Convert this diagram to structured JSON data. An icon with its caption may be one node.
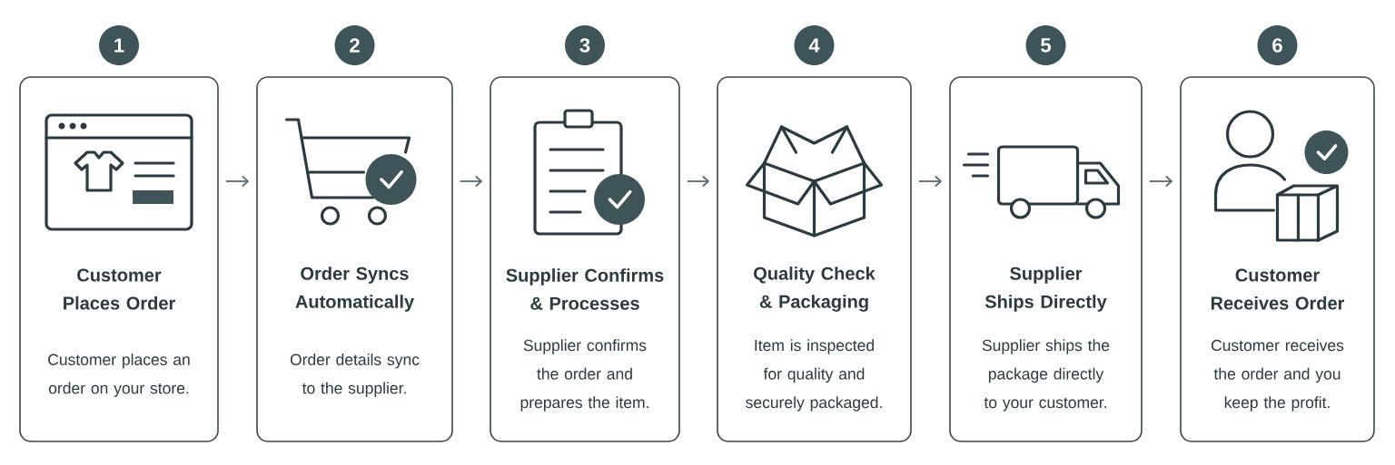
{
  "diagram": {
    "nodes": [
      {
        "text": [
          "1"
        ]
      },
      {
        "text": [
          "2"
        ]
      },
      {
        "text": [
          "3"
        ]
      },
      {
        "text": [
          "4"
        ]
      },
      {
        "text": [
          "5"
        ]
      },
      {
        "text": [
          "6"
        ]
      },
      {
        "text": [
          "Customer Places Order",
          "Customer places an order on your store."
        ]
      },
      {
        "text": [
          "Order Syncs Automatically",
          "Order details sync to the supplier."
        ]
      },
      {
        "text": [
          "Supplier Confirms & Processes",
          "Supplier confirms the order and prepares the item."
        ]
      },
      {
        "text": [
          "Quality Check & Packaging",
          "Item is inspected for quality and securely packaged."
        ]
      },
      {
        "text": [
          "Supplier Ships Directly",
          "Supplier ships the package directly to your customer."
        ]
      },
      {
        "text": [
          "Customer Receives Order",
          "Customer receives the order and you keep the profit."
        ]
      }
    ],
    "edges": [
      {
        "from": 6,
        "to": 7,
        "arrow": "to"
      },
      {
        "from": 7,
        "to": 8,
        "arrow": "to"
      },
      {
        "from": 8,
        "to": 9,
        "arrow": "to"
      },
      {
        "from": 9,
        "to": 10,
        "arrow": "to"
      },
      {
        "from": 10,
        "to": 11,
        "arrow": "to"
      }
    ]
  }
}
